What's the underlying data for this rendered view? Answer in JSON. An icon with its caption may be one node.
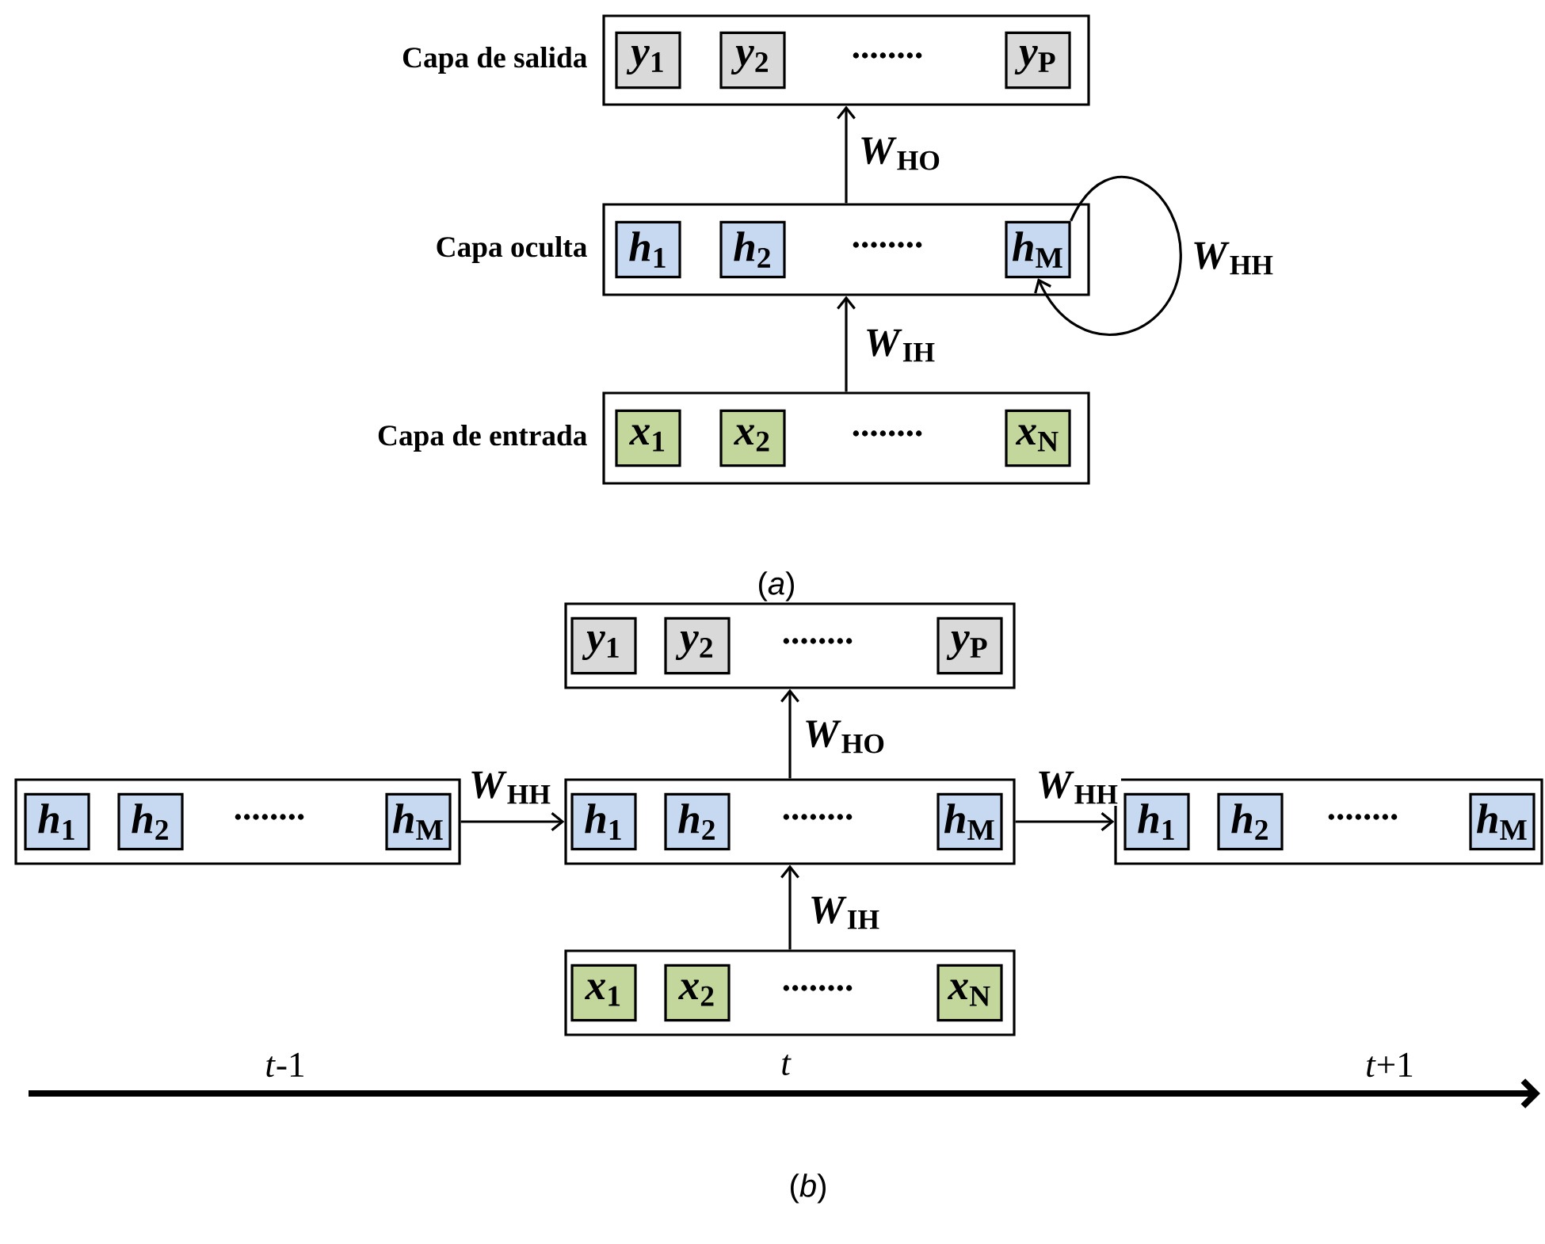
{
  "diagram": {
    "nodes": [
      {
        "text": [
          "Capa de salida",
          "........"
        ]
      },
      {
        "text": [
          "*y*$_{1}$"
        ],
        "in": 0
      },
      {
        "text": [
          "*y*$_{2}$"
        ],
        "in": 0
      },
      {
        "text": [
          "*y*$_{P}$"
        ],
        "in": 0
      },
      {
        "text": [
          "Capa oculta",
          "........"
        ]
      },
      {
        "text": [
          "*h*$_{1}$"
        ],
        "in": 4
      },
      {
        "text": [
          "*h*$_{2}$"
        ],
        "in": 4
      },
      {
        "text": [
          "*h*$_{M}$"
        ],
        "in": 4
      },
      {
        "text": [
          "Capa de entrada",
          "........"
        ]
      },
      {
        "text": [
          "*x*$_{1}$"
        ],
        "in": 8
      },
      {
        "text": [
          "*x*$_{2}$"
        ],
        "in": 8
      },
      {
        "text": [
          "*x*$_{N}$"
        ],
        "in": 8
      },
      {
        "text": [
          "........"
        ]
      },
      {
        "text": [
          "*y*$_{1}$"
        ],
        "in": 12
      },
      {
        "text": [
          "*y*$_{2}$"
        ],
        "in": 12
      },
      {
        "text": [
          "*y*$_{P}$"
        ],
        "in": 12
      },
      {
        "text": [
          "........"
        ]
      },
      {
        "text": [
          "*h*$_{1}$"
        ],
        "in": 16
      },
      {
        "text": [
          "*h*$_{2}$"
        ],
        "in": 16
      },
      {
        "text": [
          "*h*$_{M}$"
        ],
        "in": 16
      },
      {
        "text": [
          "........"
        ]
      },
      {
        "text": [
          "*h*$_{1}$"
        ],
        "in": 20
      },
      {
        "text": [
          "*h*$_{2}$"
        ],
        "in": 20
      },
      {
        "text": [
          "*h*$_{M}$"
        ],
        "in": 20
      },
      {
        "text": [
          "........"
        ]
      },
      {
        "text": [
          "*h*$_{1}$"
        ],
        "in": 24
      },
      {
        "text": [
          "*h*$_{2}$"
        ],
        "in": 24
      },
      {
        "text": [
          "*h*$_{M}$"
        ],
        "in": 24
      },
      {
        "text": [
          "........"
        ]
      },
      {
        "text": [
          "*x*$_{1}$"
        ],
        "in": 28
      },
      {
        "text": [
          "*x*$_{2}$"
        ],
        "in": 28
      },
      {
        "text": [
          "*x*$_{N}$"
        ],
        "in": 28
      }
    ],
    "edges": [
      {
        "from": 4,
        "to": 0,
        "arrow": "to",
        "label": "*W*$_{HO}$"
      },
      {
        "from": 8,
        "to": 4,
        "arrow": "to",
        "label": "*W*$_{IH}$"
      },
      {
        "from": 7,
        "to": 7,
        "arrow": "to",
        "label": "*W*$_{HH}$"
      },
      {
        "from": 20,
        "to": 12,
        "arrow": "to",
        "label": "*W*$_{HO}$"
      },
      {
        "from": 16,
        "to": 20,
        "arrow": "to",
        "label": "*W*$_{HH}$"
      },
      {
        "from": 20,
        "to": 24,
        "arrow": "to",
        "label": "*W*$_{HH}$"
      },
      {
        "from": 28,
        "to": 20,
        "arrow": "to",
        "label": "*W*$_{IH}$"
      }
    ],
    "labels": [
      "(*a*)",
      "*t*-1",
      "*t*",
      "*t*+1",
      "(*b*)"
    ]
  }
}
